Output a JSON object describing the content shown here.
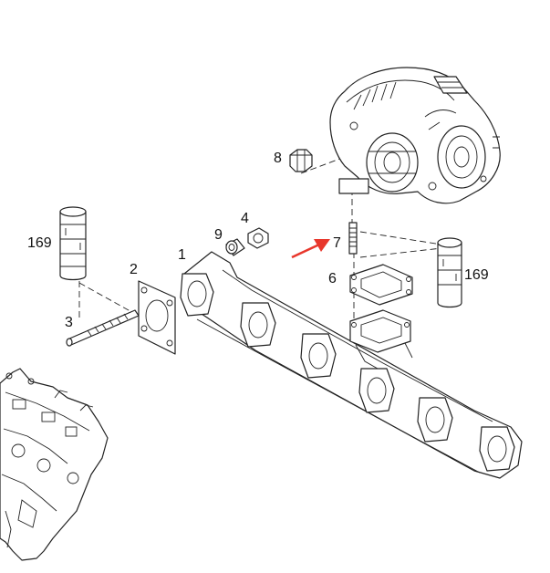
{
  "diagram": {
    "callouts": {
      "p1": "1",
      "p2": "2",
      "p3": "3",
      "p4": "4",
      "p6": "6",
      "p7": "7",
      "p8": "8",
      "p9": "9",
      "p169_left": "169",
      "p169_right": "169"
    },
    "highlight_color": "#e8372c"
  }
}
